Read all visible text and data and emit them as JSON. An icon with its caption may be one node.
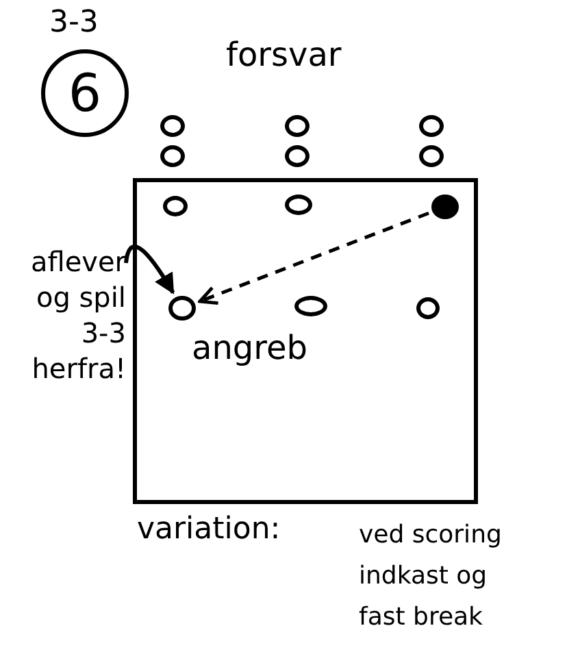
{
  "diagram": {
    "nodes": [
      {
        "text": [
          "6"
        ],
        "beside": [
          "3-3"
        ]
      },
      {
        "text": [],
        "shape": "circle"
      },
      {
        "text": [],
        "shape": "circle"
      },
      {
        "text": [],
        "shape": "circle"
      },
      {
        "text": [],
        "shape": "circle"
      },
      {
        "text": [],
        "shape": "circle"
      },
      {
        "text": [],
        "shape": "circle"
      },
      {
        "text": [],
        "shape": "box"
      },
      {
        "text": [],
        "shape": "circle",
        "in": 7
      },
      {
        "text": [],
        "shape": "circle",
        "in": 7
      },
      {
        "text": [],
        "shape": "dot",
        "in": 7
      },
      {
        "text": [],
        "shape": "circle",
        "in": 7
      },
      {
        "text": [],
        "shape": "circle",
        "in": 7
      },
      {
        "text": [],
        "shape": "circle",
        "in": 7
      },
      {
        "text": [
          "aflever og spil 3-3 herfra!"
        ]
      }
    ],
    "edges": [
      {
        "from": 10,
        "to": 11,
        "arrow": "to",
        "style": "dashed"
      },
      {
        "from": 14,
        "to": 11,
        "arrow": "to"
      }
    ],
    "labels": [
      "forsvar",
      "angreb",
      "variation:",
      "ved scoring indkast og fast break"
    ]
  }
}
